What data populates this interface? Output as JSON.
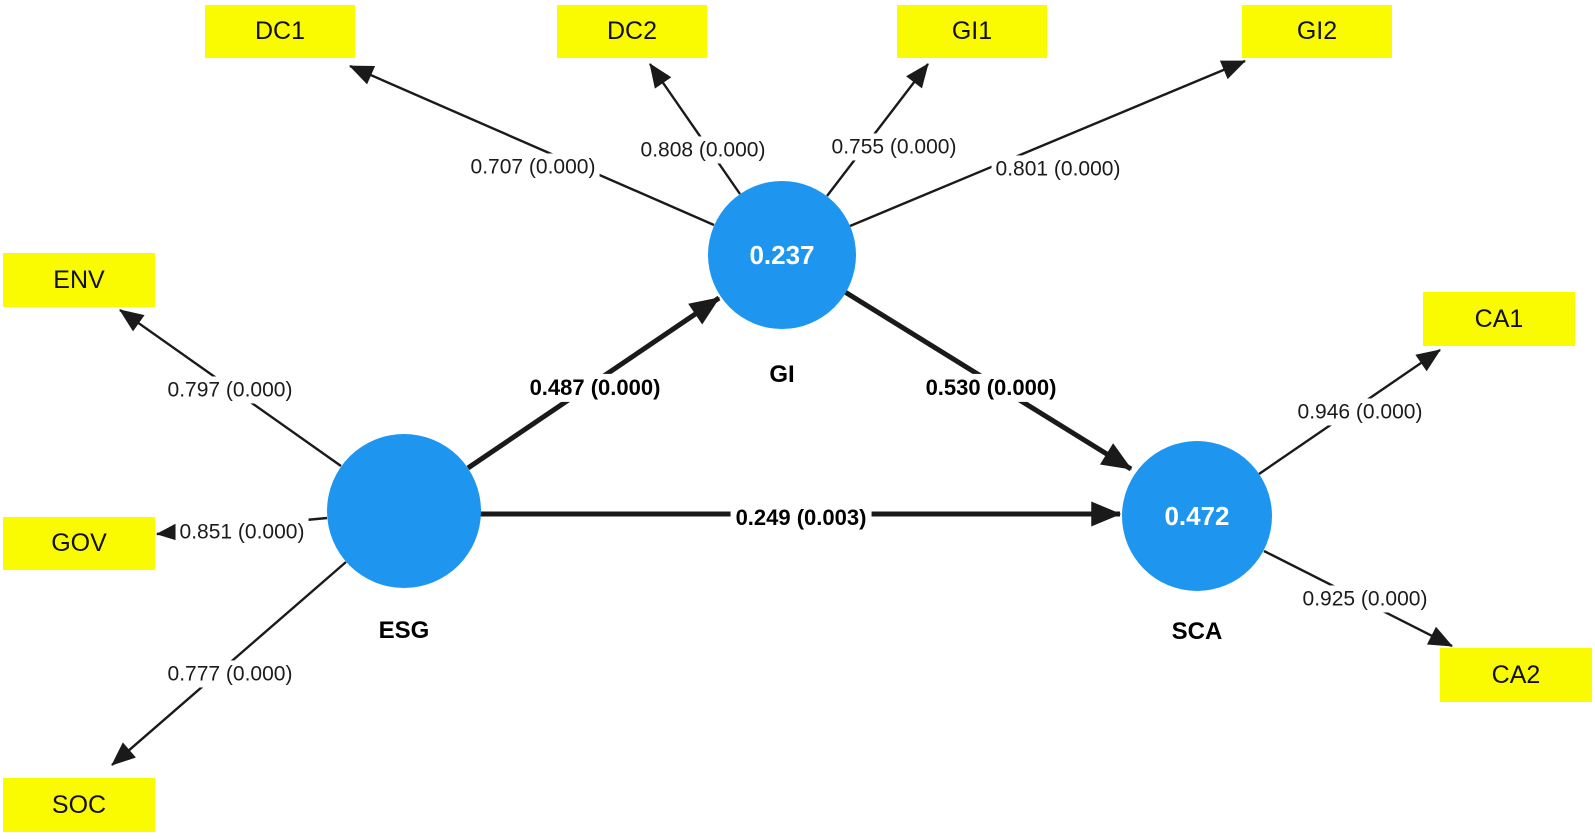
{
  "diagram": {
    "type": "structural-equation-model",
    "colors": {
      "construct_fill": "#1e96f0",
      "indicator_fill": "#fafa00",
      "arrow": "#1a1a1a",
      "construct_text": "#ffffff",
      "text": "#000000"
    },
    "constructs": [
      {
        "id": "ESG",
        "label": "ESG"
      },
      {
        "id": "GI",
        "label": "GI",
        "value": "0.237"
      },
      {
        "id": "SCA",
        "label": "SCA",
        "value": "0.472"
      }
    ],
    "indicators": [
      {
        "id": "DC1",
        "label": "DC1"
      },
      {
        "id": "DC2",
        "label": "DC2"
      },
      {
        "id": "GI1",
        "label": "GI1"
      },
      {
        "id": "GI2",
        "label": "GI2"
      },
      {
        "id": "ENV",
        "label": "ENV"
      },
      {
        "id": "GOV",
        "label": "GOV"
      },
      {
        "id": "SOC",
        "label": "SOC"
      },
      {
        "id": "CA1",
        "label": "CA1"
      },
      {
        "id": "CA2",
        "label": "CA2"
      }
    ],
    "loadings": [
      {
        "from": "GI",
        "to": "DC1",
        "label": "0.707 (0.000)"
      },
      {
        "from": "GI",
        "to": "DC2",
        "label": "0.808 (0.000)"
      },
      {
        "from": "GI",
        "to": "GI1",
        "label": "0.755 (0.000)"
      },
      {
        "from": "GI",
        "to": "GI2",
        "label": "0.801 (0.000)"
      },
      {
        "from": "ESG",
        "to": "ENV",
        "label": "0.797 (0.000)"
      },
      {
        "from": "ESG",
        "to": "GOV",
        "label": "0.851 (0.000)"
      },
      {
        "from": "ESG",
        "to": "SOC",
        "label": "0.777 (0.000)"
      },
      {
        "from": "SCA",
        "to": "CA1",
        "label": "0.946 (0.000)"
      },
      {
        "from": "SCA",
        "to": "CA2",
        "label": "0.925 (0.000)"
      }
    ],
    "paths": [
      {
        "from": "ESG",
        "to": "GI",
        "label": "0.487 (0.000)"
      },
      {
        "from": "GI",
        "to": "SCA",
        "label": "0.530 (0.000)"
      },
      {
        "from": "ESG",
        "to": "SCA",
        "label": "0.249 (0.003)"
      }
    ]
  }
}
